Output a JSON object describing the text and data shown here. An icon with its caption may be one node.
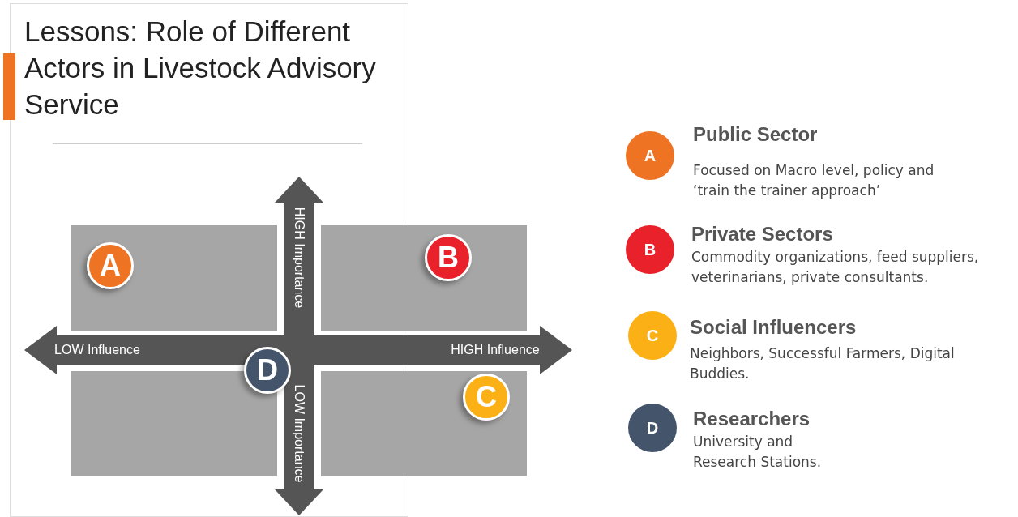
{
  "diagram": {
    "title": "Lessons: Role of Different Actors in Livestock Advisory Service",
    "nodes": [
      {
        "text": [
          "A"
        ]
      },
      {
        "text": [
          "B"
        ]
      },
      {
        "text": [
          "D"
        ]
      },
      {
        "text": [
          "C"
        ]
      },
      {
        "text": [
          "A"
        ],
        "beside": [
          "Public Sector",
          "Focused on Macro level, policy and ‘train the trainer approach’"
        ]
      },
      {
        "text": [
          "B"
        ],
        "beside": [
          "Private Sectors",
          "Commodity organizations, feed suppliers, veterinarians, private consultants."
        ]
      },
      {
        "text": [
          "C"
        ],
        "beside": [
          "Social Influencers",
          "Neighbors, Successful Farmers, Digital Buddies."
        ]
      },
      {
        "text": [
          "D"
        ],
        "beside": [
          "Researchers",
          "University and Research Stations."
        ]
      }
    ],
    "labels": [
      "HIGH Importance",
      "LOW Influence",
      "HIGH Influence",
      "LOW Importance"
    ]
  }
}
